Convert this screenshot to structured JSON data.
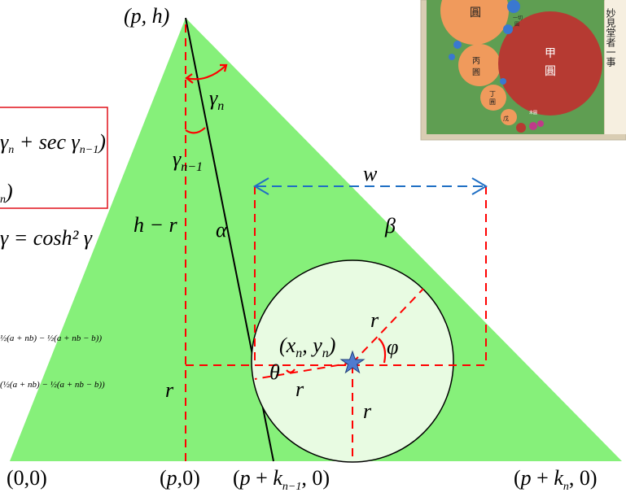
{
  "colors": {
    "triangle_fill": "#86f07a",
    "circle_fill": "#e8fbe2",
    "red_dash": "#ff0000",
    "blue_dash": "#1f6fc4",
    "arc_red": "#ff0000",
    "box_border": "#e0101a",
    "star": "#4f7bd0"
  },
  "labels": {
    "apex": "(p, h)",
    "gamma_n": "γn",
    "gamma_n1": "γn−1",
    "w": "w",
    "h_minus_r": "h − r",
    "alpha": "α",
    "beta": "β",
    "r_upper": "r",
    "phi": "φ",
    "center": "(xn, yn)",
    "theta": "θ",
    "r_left": "r",
    "r_mid": "r",
    "r_right": "r",
    "origin": "(0,0)",
    "p0": "(p,0)",
    "pk1": "(p + kn−1, 0)",
    "pkn": "(p + kn, 0)"
  },
  "formula_box": {
    "line1": "γn + sec γn−1)",
    "line2": "n)"
  },
  "side_formulas": {
    "cosh": "γ = cosh² γ",
    "sum1": "½(a + nb) − ½(a + nb − b))",
    "sum2": "(½(a + nb) − ½(a + nb − b))"
  },
  "inset": {
    "labels": [
      "圓",
      "丙圓",
      "甲圓",
      "丁圓",
      "一切圓",
      "戊",
      "未圓"
    ],
    "vertical_text": "妙見堂者一事"
  }
}
